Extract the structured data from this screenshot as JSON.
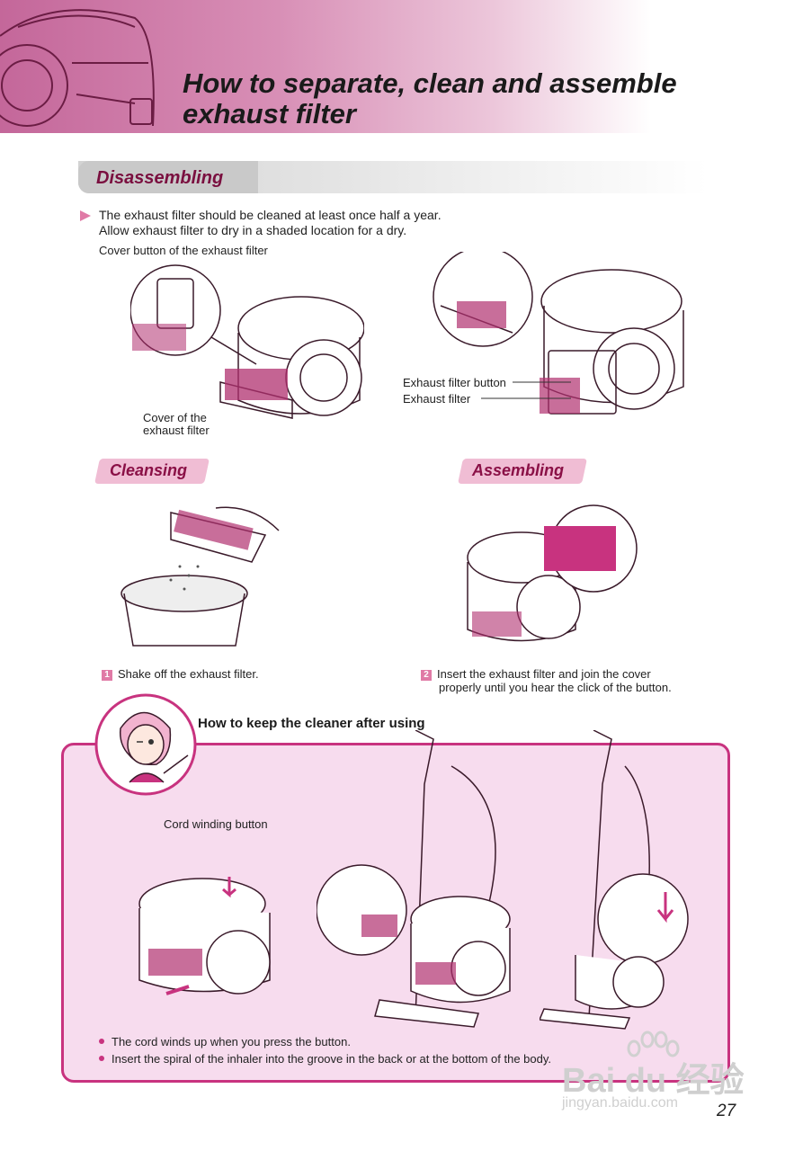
{
  "page": {
    "title_line1": "How to separate, clean and assemble",
    "title_line2": "exhaust filter",
    "page_number": "27"
  },
  "disassembling": {
    "heading": "Disassembling",
    "intro_line1": "The exhaust filter should be cleaned at least once half a year.",
    "intro_line2": "Allow exhaust filter to dry in a shaded location for a dry.",
    "label_cover_button": "Cover button of the exhaust filter",
    "label_cover_line1": "Cover of the",
    "label_cover_line2": "exhaust filter",
    "label_filter_button": "Exhaust filter button",
    "label_filter": "Exhaust filter"
  },
  "cleansing": {
    "heading": "Cleansing",
    "step_number": "1",
    "step_text": "Shake off the exhaust filter."
  },
  "assembling": {
    "heading": "Assembling",
    "step_number": "2",
    "step_text_line1": "Insert the exhaust filter and join the cover",
    "step_text_line2": "properly until you hear the click of the button."
  },
  "keep": {
    "heading": "How to keep the cleaner after using",
    "label_cord_button": "Cord winding button",
    "bullets": [
      "The cord winds up when you press the button.",
      "Insert the spiral of the inhaler into the groove in the back or at the bottom of the body."
    ]
  },
  "watermark": {
    "brand": "Bai du 经验",
    "url": "jingyan.baidu.com"
  },
  "colors": {
    "accent": "#c8337f",
    "accent_light": "#f7dcee",
    "heading_text": "#7a0f3f"
  }
}
